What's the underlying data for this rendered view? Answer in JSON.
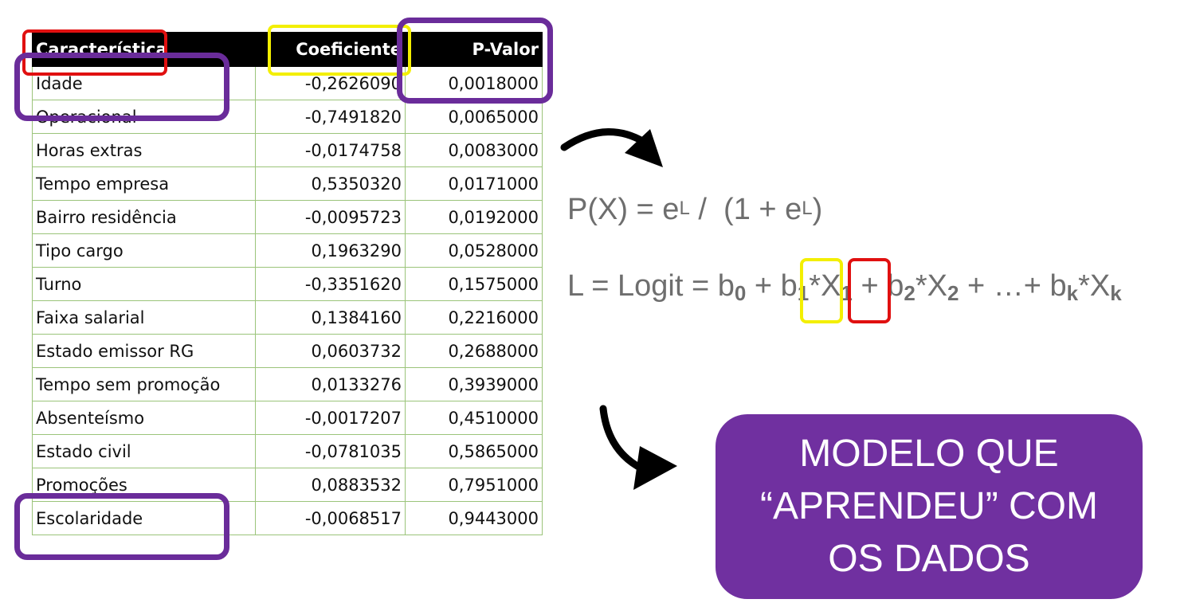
{
  "table": {
    "headers": [
      "Característica",
      "Coeficiente",
      "P-Valor"
    ],
    "rows": [
      [
        "Idade",
        "-0,2626090",
        "0,0018000"
      ],
      [
        "Operacional",
        "-0,7491820",
        "0,0065000"
      ],
      [
        "Horas extras",
        "-0,0174758",
        "0,0083000"
      ],
      [
        "Tempo empresa",
        "0,5350320",
        "0,0171000"
      ],
      [
        "Bairro residência",
        "-0,0095723",
        "0,0192000"
      ],
      [
        "Tipo cargo",
        "0,1963290",
        "0,0528000"
      ],
      [
        "Turno",
        "-0,3351620",
        "0,1575000"
      ],
      [
        "Faixa salarial",
        "0,1384160",
        "0,2216000"
      ],
      [
        "Estado emissor RG",
        "0,0603732",
        "0,2688000"
      ],
      [
        "Tempo sem promoção",
        "0,0133276",
        "0,3939000"
      ],
      [
        "Absenteísmo",
        "-0,0017207",
        "0,4510000"
      ],
      [
        "Estado civil",
        "-0,0781035",
        "0,5865000"
      ],
      [
        "Promoções",
        "0,0883532",
        "0,7951000"
      ],
      [
        "Escolaridade",
        "-0,0068517",
        "0,9443000"
      ]
    ]
  },
  "formula1": {
    "lhs": "P(X) = e",
    "exp1": "L",
    "mid": " /  (1 + e",
    "exp2": "L",
    "end": ")"
  },
  "formula2": {
    "p1": "L = Logit = b",
    "s0": "0",
    "p2": " + ",
    "b1": "b",
    "s1": "1",
    "star": "*",
    "x1": "X",
    "s1b": "1",
    "p3": " + b",
    "s2": "2",
    "p4": "*X",
    "s2b": "2",
    "p5": " + …+ b",
    "sk": "k",
    "p6": "*X",
    "skb": "k"
  },
  "model_box": {
    "line1": "MODELO QUE",
    "line2": "“APRENDEU” COM",
    "line3": "OS DADOS"
  },
  "colors": {
    "purple": "#6a2c9a",
    "red": "#e01010",
    "yellow": "#f3ef00",
    "box": "#7030a0",
    "grid": "#9bc47a"
  }
}
